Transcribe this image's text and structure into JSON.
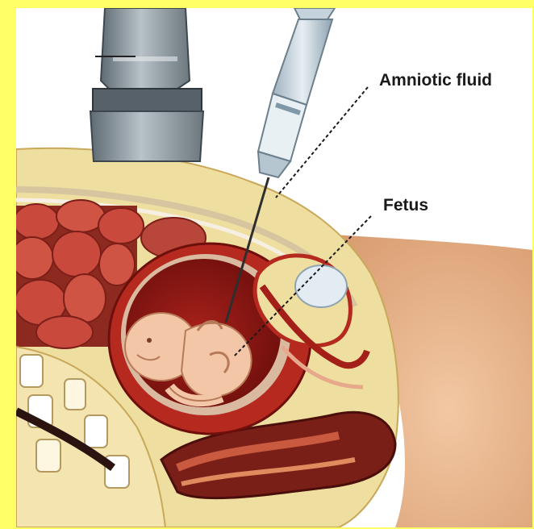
{
  "labels": {
    "amniotic_fluid": "Amniotic fluid",
    "fetus": "Fetus"
  },
  "colors": {
    "border": "#ffff66",
    "background": "#ffffff",
    "fat_layer": "#eedfa0",
    "intestine": "#c94a3c",
    "uterus_wall": "#b5291f",
    "fetus": "#f3c6a7",
    "skin": "#e8b48c",
    "probe": "#7f8c8d",
    "syringe": "#c5d3dc"
  },
  "icons": {
    "probe": "ultrasound-probe",
    "syringe": "syringe-needle"
  }
}
